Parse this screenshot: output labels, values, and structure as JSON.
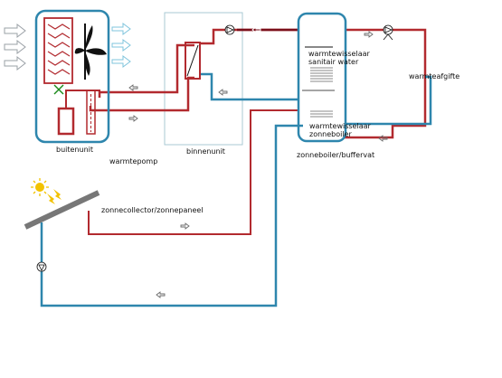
{
  "labels": {
    "buitenunit": "buitenunit",
    "warmtepomp": "warmtepomp",
    "binnenunit": "binnenunit",
    "zonneboiler_buffervat": "zonneboiler/buffervat",
    "warmteafgifte": "warmteafgifte",
    "warmtewisselaar_sanitair_1": "warmtewisselaar",
    "warmtewisselaar_sanitair_2": "sanitair water",
    "warmtewisselaar_zonneboiler_1": "warmtewisselaar",
    "warmtewisselaar_zonneboiler_2": "zonneboiler",
    "zonnecollector": "zonnecollector/zonnepaneel"
  },
  "colors": {
    "hot_pipe": "#b22a2f",
    "dark_hot_pipe": "#7a0f1a",
    "cold_pipe": "#2e86ad",
    "unit_outline": "#2e86ad",
    "coil": "#b22a2f",
    "air_arrow": "#9aa0a6",
    "sun": "#f2c200",
    "flow_arrow": "#6a6a6a"
  }
}
